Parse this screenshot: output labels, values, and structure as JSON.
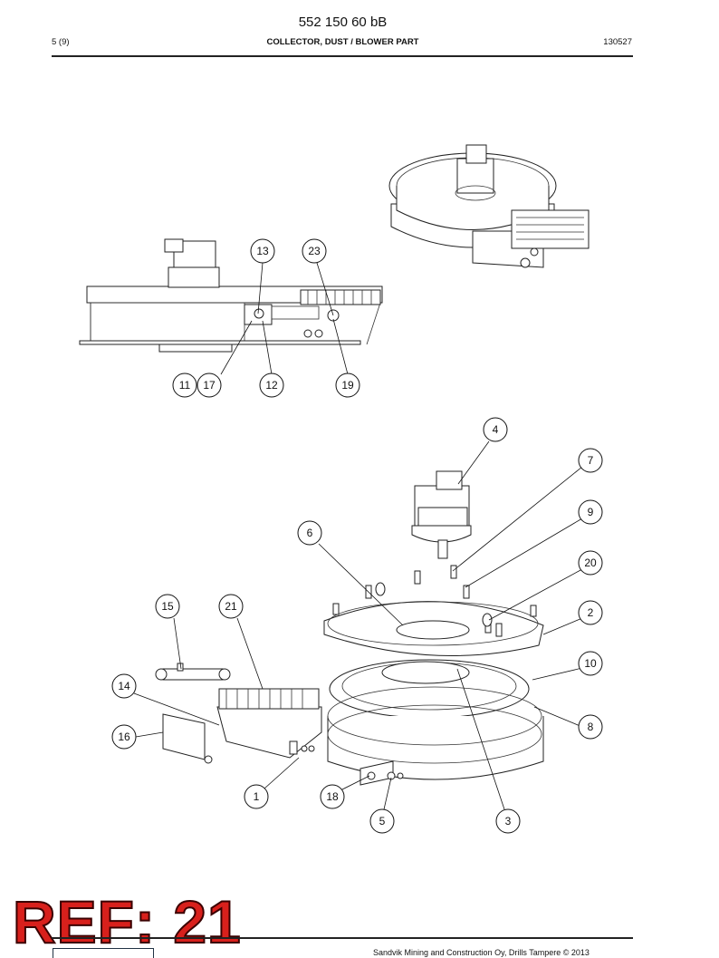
{
  "document": {
    "title": "552 150 60 bB",
    "page": "5 (9)",
    "section": "COLLECTOR, DUST / BLOWER PART",
    "doc_code": "130527"
  },
  "stamp": {
    "text": "REF: 21"
  },
  "footer": {
    "text": "Sandvik Mining and Construction Oy, Drills Tampere © 2013"
  },
  "callouts": [
    {
      "label": "13"
    },
    {
      "label": "23"
    },
    {
      "label": "11"
    },
    {
      "label": "17"
    },
    {
      "label": "12"
    },
    {
      "label": "19"
    },
    {
      "label": "4"
    },
    {
      "label": "7"
    },
    {
      "label": "9"
    },
    {
      "label": "6"
    },
    {
      "label": "20"
    },
    {
      "label": "15"
    },
    {
      "label": "21"
    },
    {
      "label": "2"
    },
    {
      "label": "10"
    },
    {
      "label": "14"
    },
    {
      "label": "8"
    },
    {
      "label": "16"
    },
    {
      "label": "1"
    },
    {
      "label": "18"
    },
    {
      "label": "5"
    },
    {
      "label": "3"
    }
  ],
  "colors": {
    "stamp": "#d8201c",
    "line": "#111111"
  }
}
